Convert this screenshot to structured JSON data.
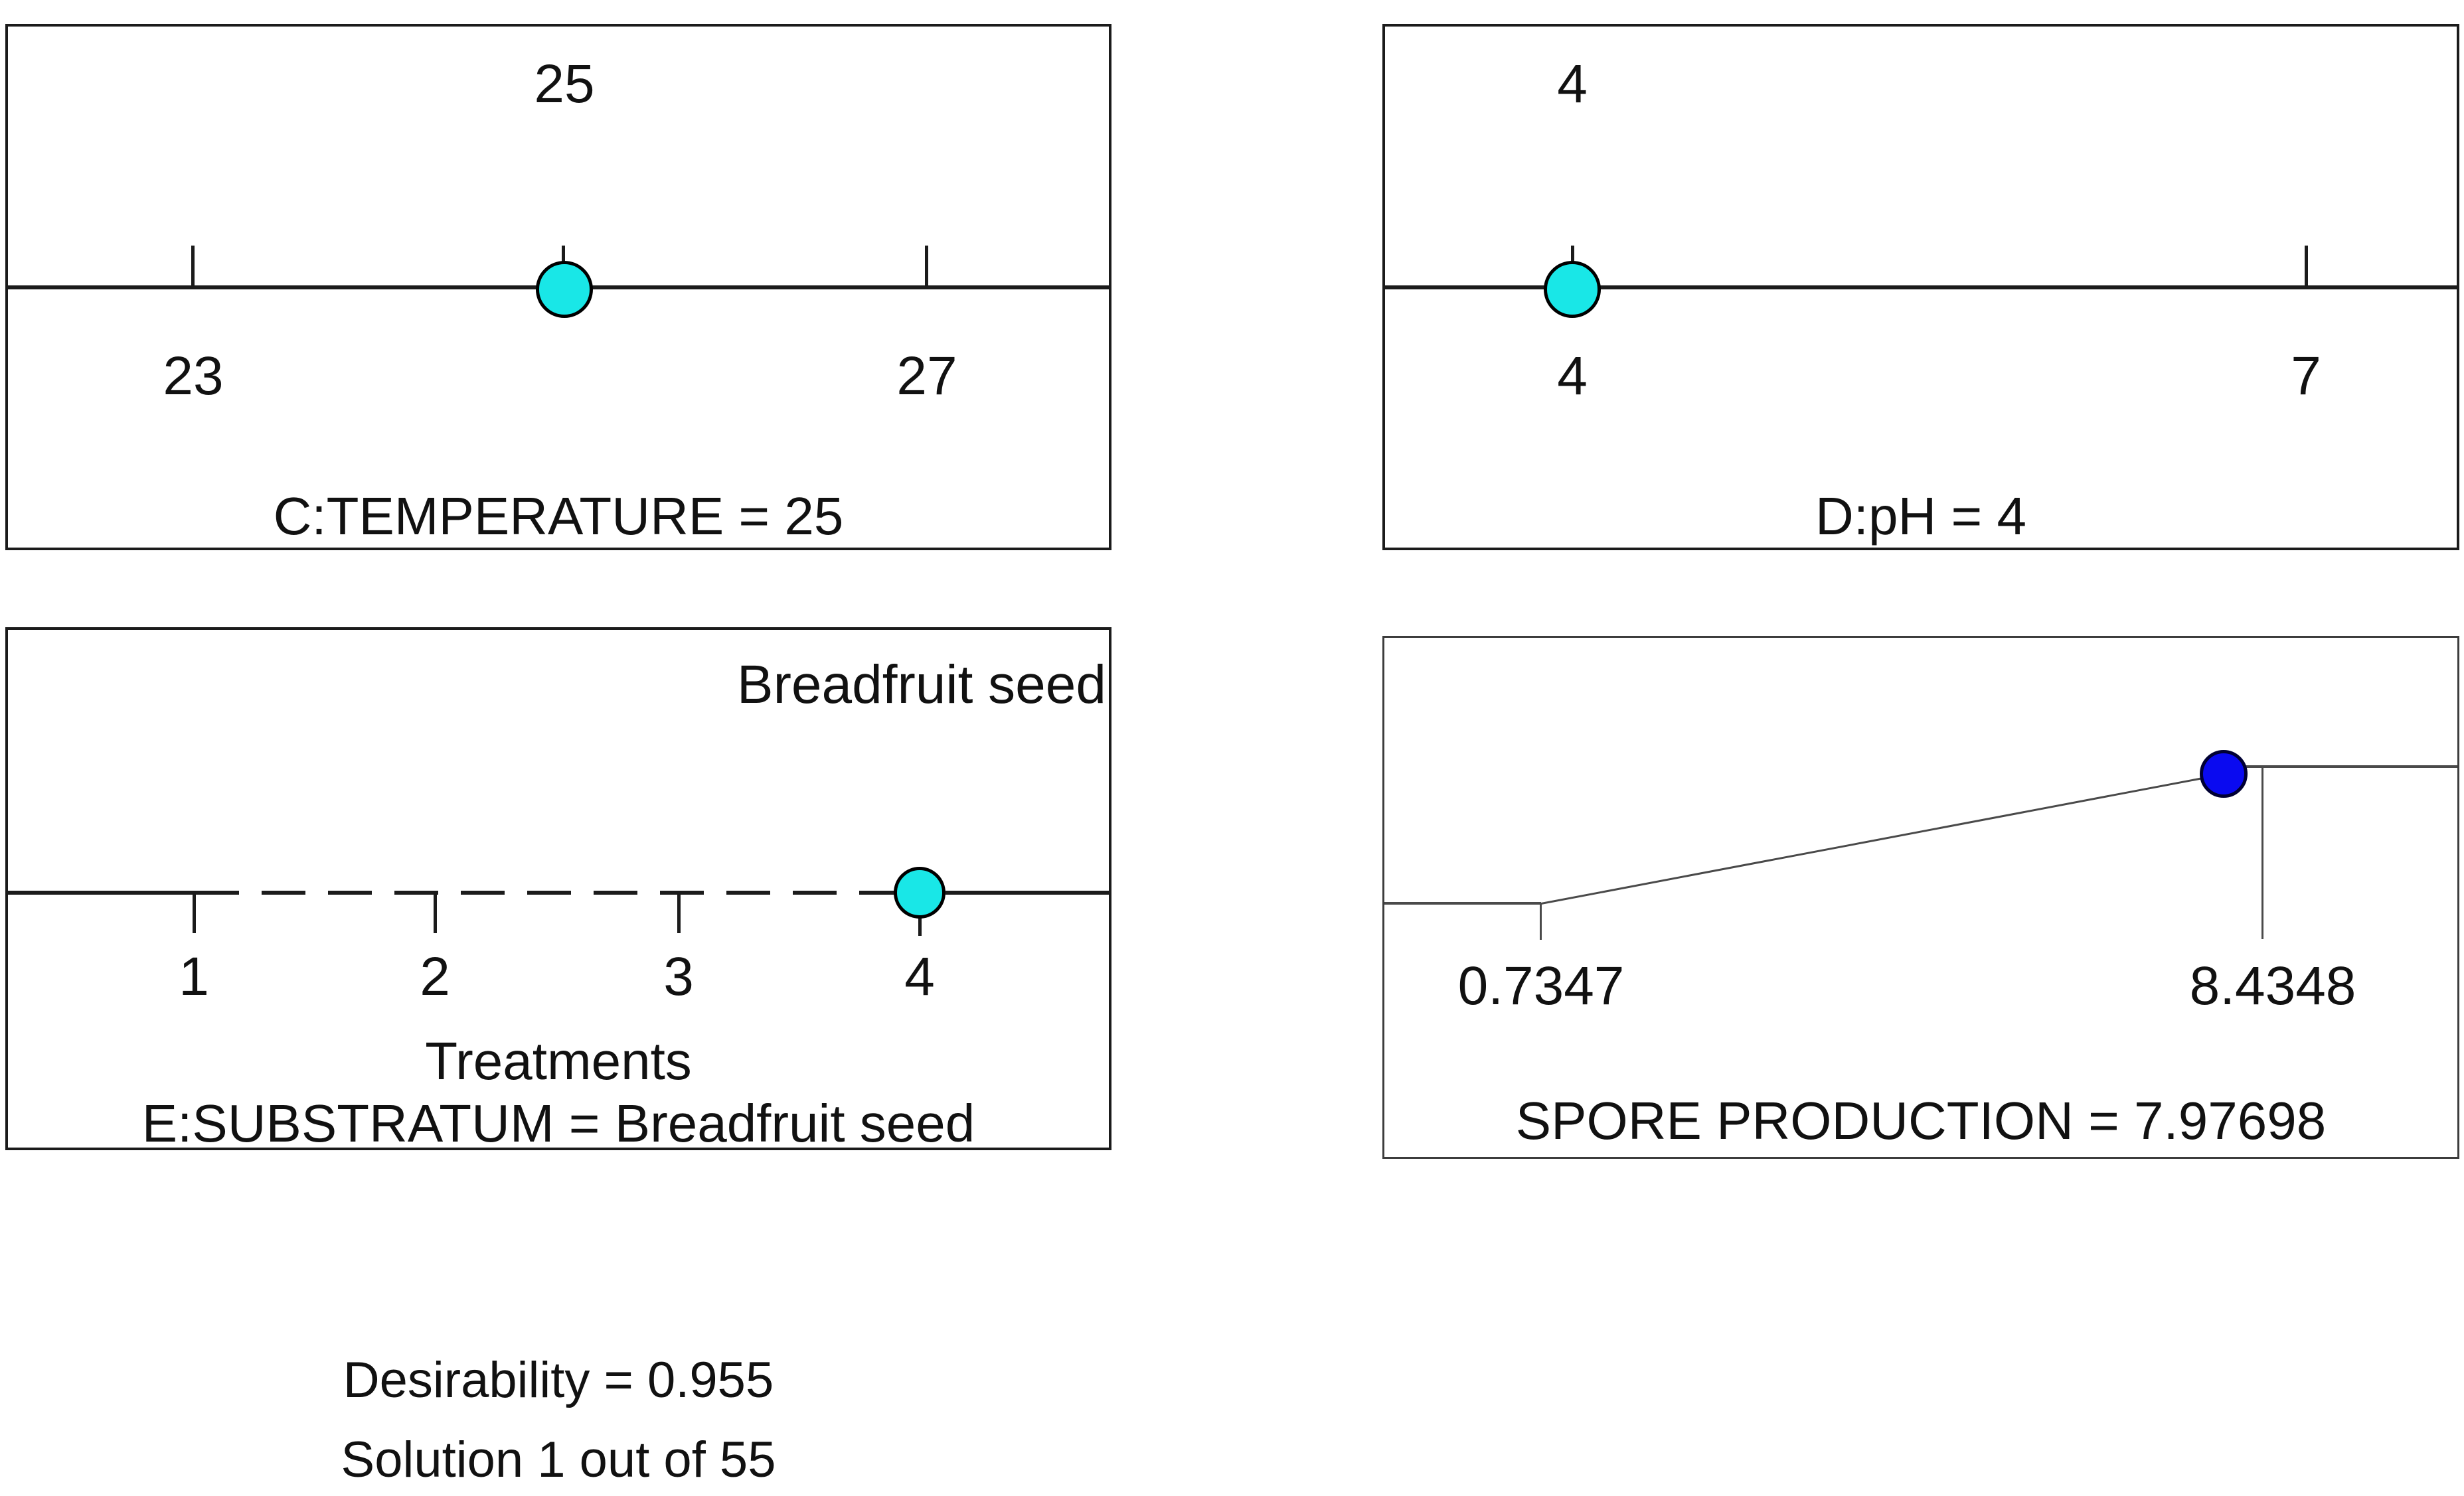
{
  "panels": {
    "temperature": {
      "top_value": "25",
      "left_label": "23",
      "right_label": "27",
      "title": "C:TEMPERATURE = 25"
    },
    "ph": {
      "top_value": "4",
      "left_label": "4",
      "right_label": "7",
      "title": "D:pH = 4"
    },
    "substratum": {
      "top_value": "Breadfruit seed",
      "tick_labels": [
        "1",
        "2",
        "3",
        "4"
      ],
      "axis_label": "Treatments",
      "title": "E:SUBSTRATUM = Breadfruit seed"
    },
    "spore": {
      "left_label": "0.7347",
      "right_label": "8.4348",
      "title": "SPORE PRODUCTION = 7.97698"
    }
  },
  "footer": {
    "desirability": "Desirability = 0.955",
    "solution": "Solution 1 out of 55"
  },
  "colors": {
    "factor_dot": "#19e7e7",
    "response_dot": "#0a0af0",
    "line": "#1b1b1b",
    "response_line": "#4a4a4a"
  },
  "chart_data": [
    {
      "type": "ramp",
      "factor": "C:TEMPERATURE",
      "min": 23,
      "max": 27,
      "selected": 25,
      "dot_color": "#19e7e7"
    },
    {
      "type": "ramp",
      "factor": "D:pH",
      "min": 4,
      "max": 7,
      "selected": 4,
      "dot_color": "#19e7e7"
    },
    {
      "type": "ramp",
      "factor": "E:SUBSTRATUM",
      "categories": [
        "1",
        "2",
        "3",
        "4"
      ],
      "axis_label": "Treatments",
      "selected_level": 4,
      "selected": "Breadfruit seed",
      "dot_color": "#19e7e7"
    },
    {
      "type": "ramp",
      "response": "SPORE PRODUCTION",
      "min": 0.7347,
      "max": 8.4348,
      "predicted": 7.97698,
      "dot_color": "#0a0af0"
    },
    {
      "type": "annotation",
      "desirability": 0.955,
      "solution": "1 out of 55"
    }
  ]
}
